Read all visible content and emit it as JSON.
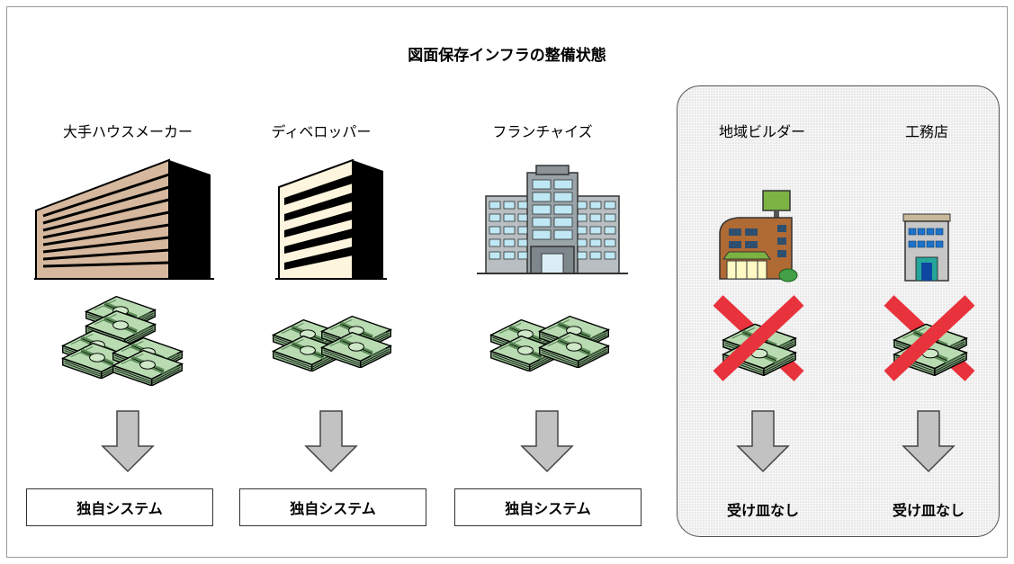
{
  "title": "図面保存インフラの整備状態",
  "groups": [
    {
      "label": "大手ハウスメーカー",
      "result": "独自システム"
    },
    {
      "label": "ディベロッパー",
      "result": "独自システム"
    },
    {
      "label": "フランチャイズ",
      "result": "独自システム"
    },
    {
      "label": "地域ビルダー",
      "result": "受け皿なし"
    },
    {
      "label": "工務店",
      "result": "受け皿なし"
    }
  ],
  "colors": {
    "panel": "#e9e9e9",
    "cross": "#e8333c",
    "arrow": "#c0c0c0",
    "money": "#9dc59a"
  },
  "icons": [
    "office-building-icon",
    "money-stack-icon",
    "no-money-icon",
    "down-arrow-icon",
    "local-shop-icon"
  ]
}
